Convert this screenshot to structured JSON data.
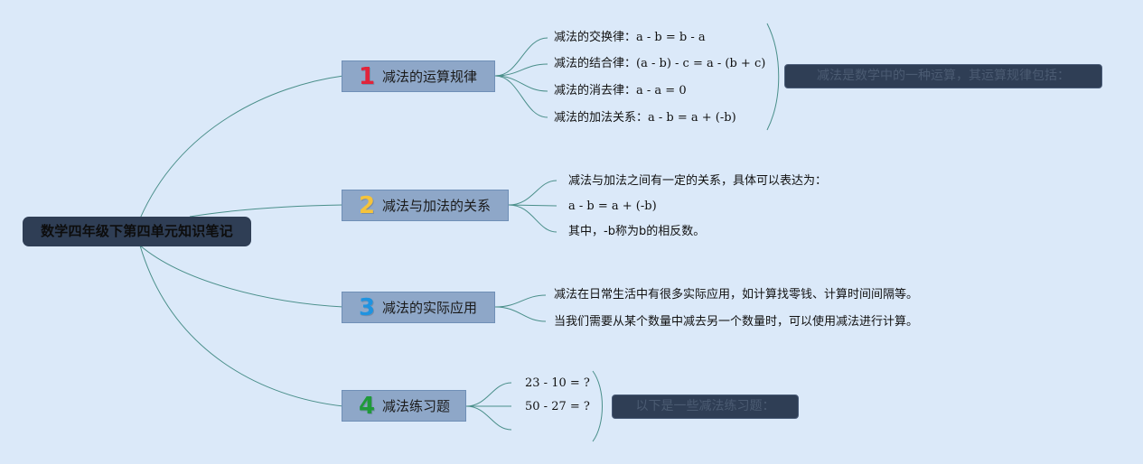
{
  "root": {
    "title": "数学四年级下第四单元知识笔记"
  },
  "branches": [
    {
      "number": "1",
      "number_color": "#e1243a",
      "label": "减法的运算规律",
      "items": [
        {
          "text": "减法的交换律：",
          "math": "a - b = b - a"
        },
        {
          "text": "减法的结合律：",
          "math": "(a - b) - c = a - (b + c)"
        },
        {
          "text": "减法的消去律：",
          "math": "a - a = 0"
        },
        {
          "text": "减法的加法关系：",
          "math": "a - b = a + (-b)"
        }
      ],
      "summary": "减法是数学中的一种运算，其运算规律包括："
    },
    {
      "number": "2",
      "number_color": "#f5c33b",
      "label": "减法与加法的关系",
      "items": [
        {
          "text": "减法与加法之间有一定的关系，具体可以表达为：",
          "math": ""
        },
        {
          "text": "",
          "math": "a - b = a + (-b)"
        },
        {
          "text": "其中，-b称为b的相反数。",
          "math": ""
        }
      ]
    },
    {
      "number": "3",
      "number_color": "#1f93e0",
      "label": "减法的实际应用",
      "items": [
        {
          "text": "减法在日常生活中有很多实际应用，如计算找零钱、计算时间间隔等。",
          "math": ""
        },
        {
          "text": "当我们需要从某个数量中减去另一个数量时，可以使用减法进行计算。",
          "math": ""
        }
      ]
    },
    {
      "number": "4",
      "number_color": "#1f9a3a",
      "label": "减法练习题",
      "items": [
        {
          "text": "",
          "math": "23 - 10 = ?"
        },
        {
          "text": "",
          "math": "50 - 27 = ?"
        },
        {
          "text": "",
          "math": ""
        }
      ],
      "summary": "以下是一些减法练习题："
    }
  ],
  "colors": {
    "background": "#dbe9f9",
    "connector": "#4a8f8a",
    "root_fill": "#2f3e55",
    "branch_fill": "#8ea7c8",
    "summary_fill": "#2f3e55"
  }
}
